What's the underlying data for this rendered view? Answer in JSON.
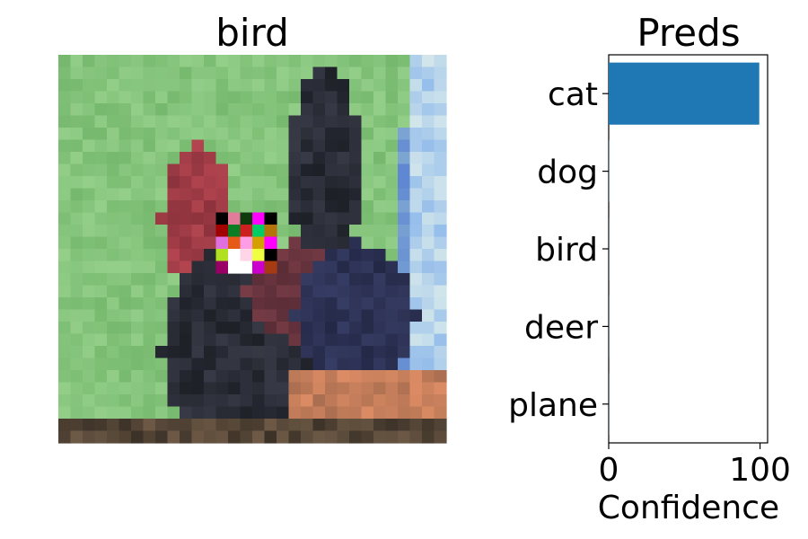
{
  "image_panel": {
    "title": "bird"
  },
  "chart_data": {
    "type": "bar",
    "orientation": "horizontal",
    "title": "Preds",
    "xlabel": "Confidence",
    "ylabel": "",
    "categories": [
      "cat",
      "dog",
      "bird",
      "deer",
      "plane"
    ],
    "values": [
      99.5,
      0.2,
      0.1,
      0.1,
      0.1
    ],
    "xlim": [
      0,
      105
    ],
    "xticks": [
      0,
      100
    ],
    "xtick_labels": [
      "0",
      "100"
    ],
    "grid": false,
    "bar_color": "#1f77b4"
  }
}
